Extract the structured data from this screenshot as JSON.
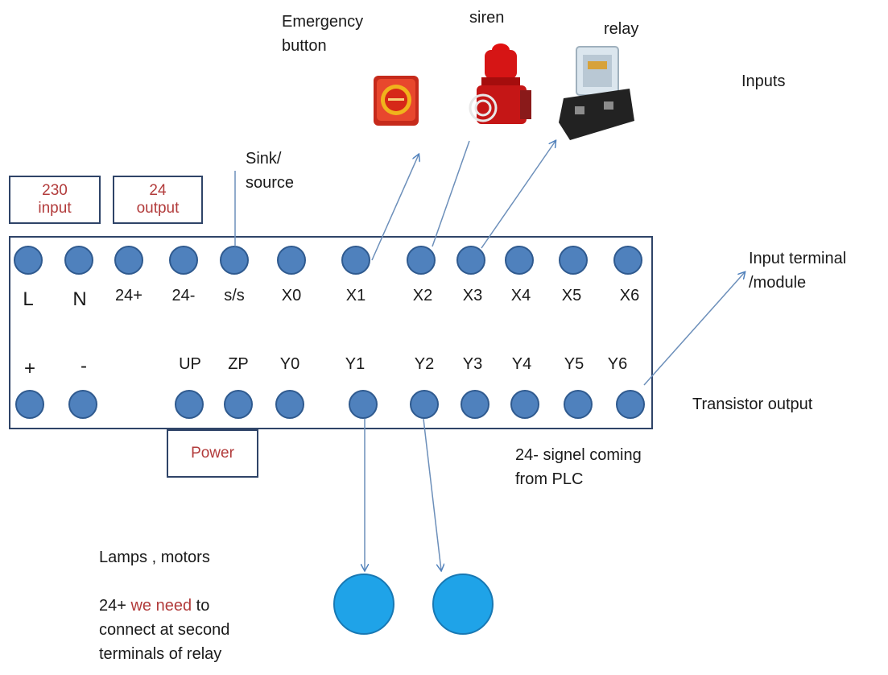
{
  "top_labels": {
    "emergency": "Emergency\nbutton",
    "siren": "siren",
    "relay": "relay",
    "inputs": "Inputs",
    "sink_source": "Sink/\nsource"
  },
  "boxes": {
    "input230": "230\ninput",
    "output24": "24\noutput",
    "power": "Power"
  },
  "top_terminals": [
    "L",
    "N",
    "24+",
    "24-",
    "s/s",
    "X0",
    "X1",
    "X2",
    "X3",
    "X4",
    "X5",
    "X6"
  ],
  "bottom_terminals": [
    "+",
    "-",
    "UP",
    "ZP",
    "Y0",
    "Y1",
    "Y2",
    "Y3",
    "Y4",
    "Y5",
    "Y6"
  ],
  "side_labels": {
    "input_terminal": "Input terminal\n/module",
    "transistor_output": "Transistor output",
    "signal": "24- signel coming\nfrom PLC"
  },
  "bottom_text": {
    "lamps": "Lamps , motors",
    "note_prefix": "24+ ",
    "note_red": "we need",
    "note_suffix": " to",
    "note_rest": "connect at second\nterminals of relay"
  },
  "colors": {
    "terminal": "#4f81bd",
    "output_device": "#1fa3e8",
    "box_border": "#2f4468",
    "accent_text": "#b23b3b"
  }
}
